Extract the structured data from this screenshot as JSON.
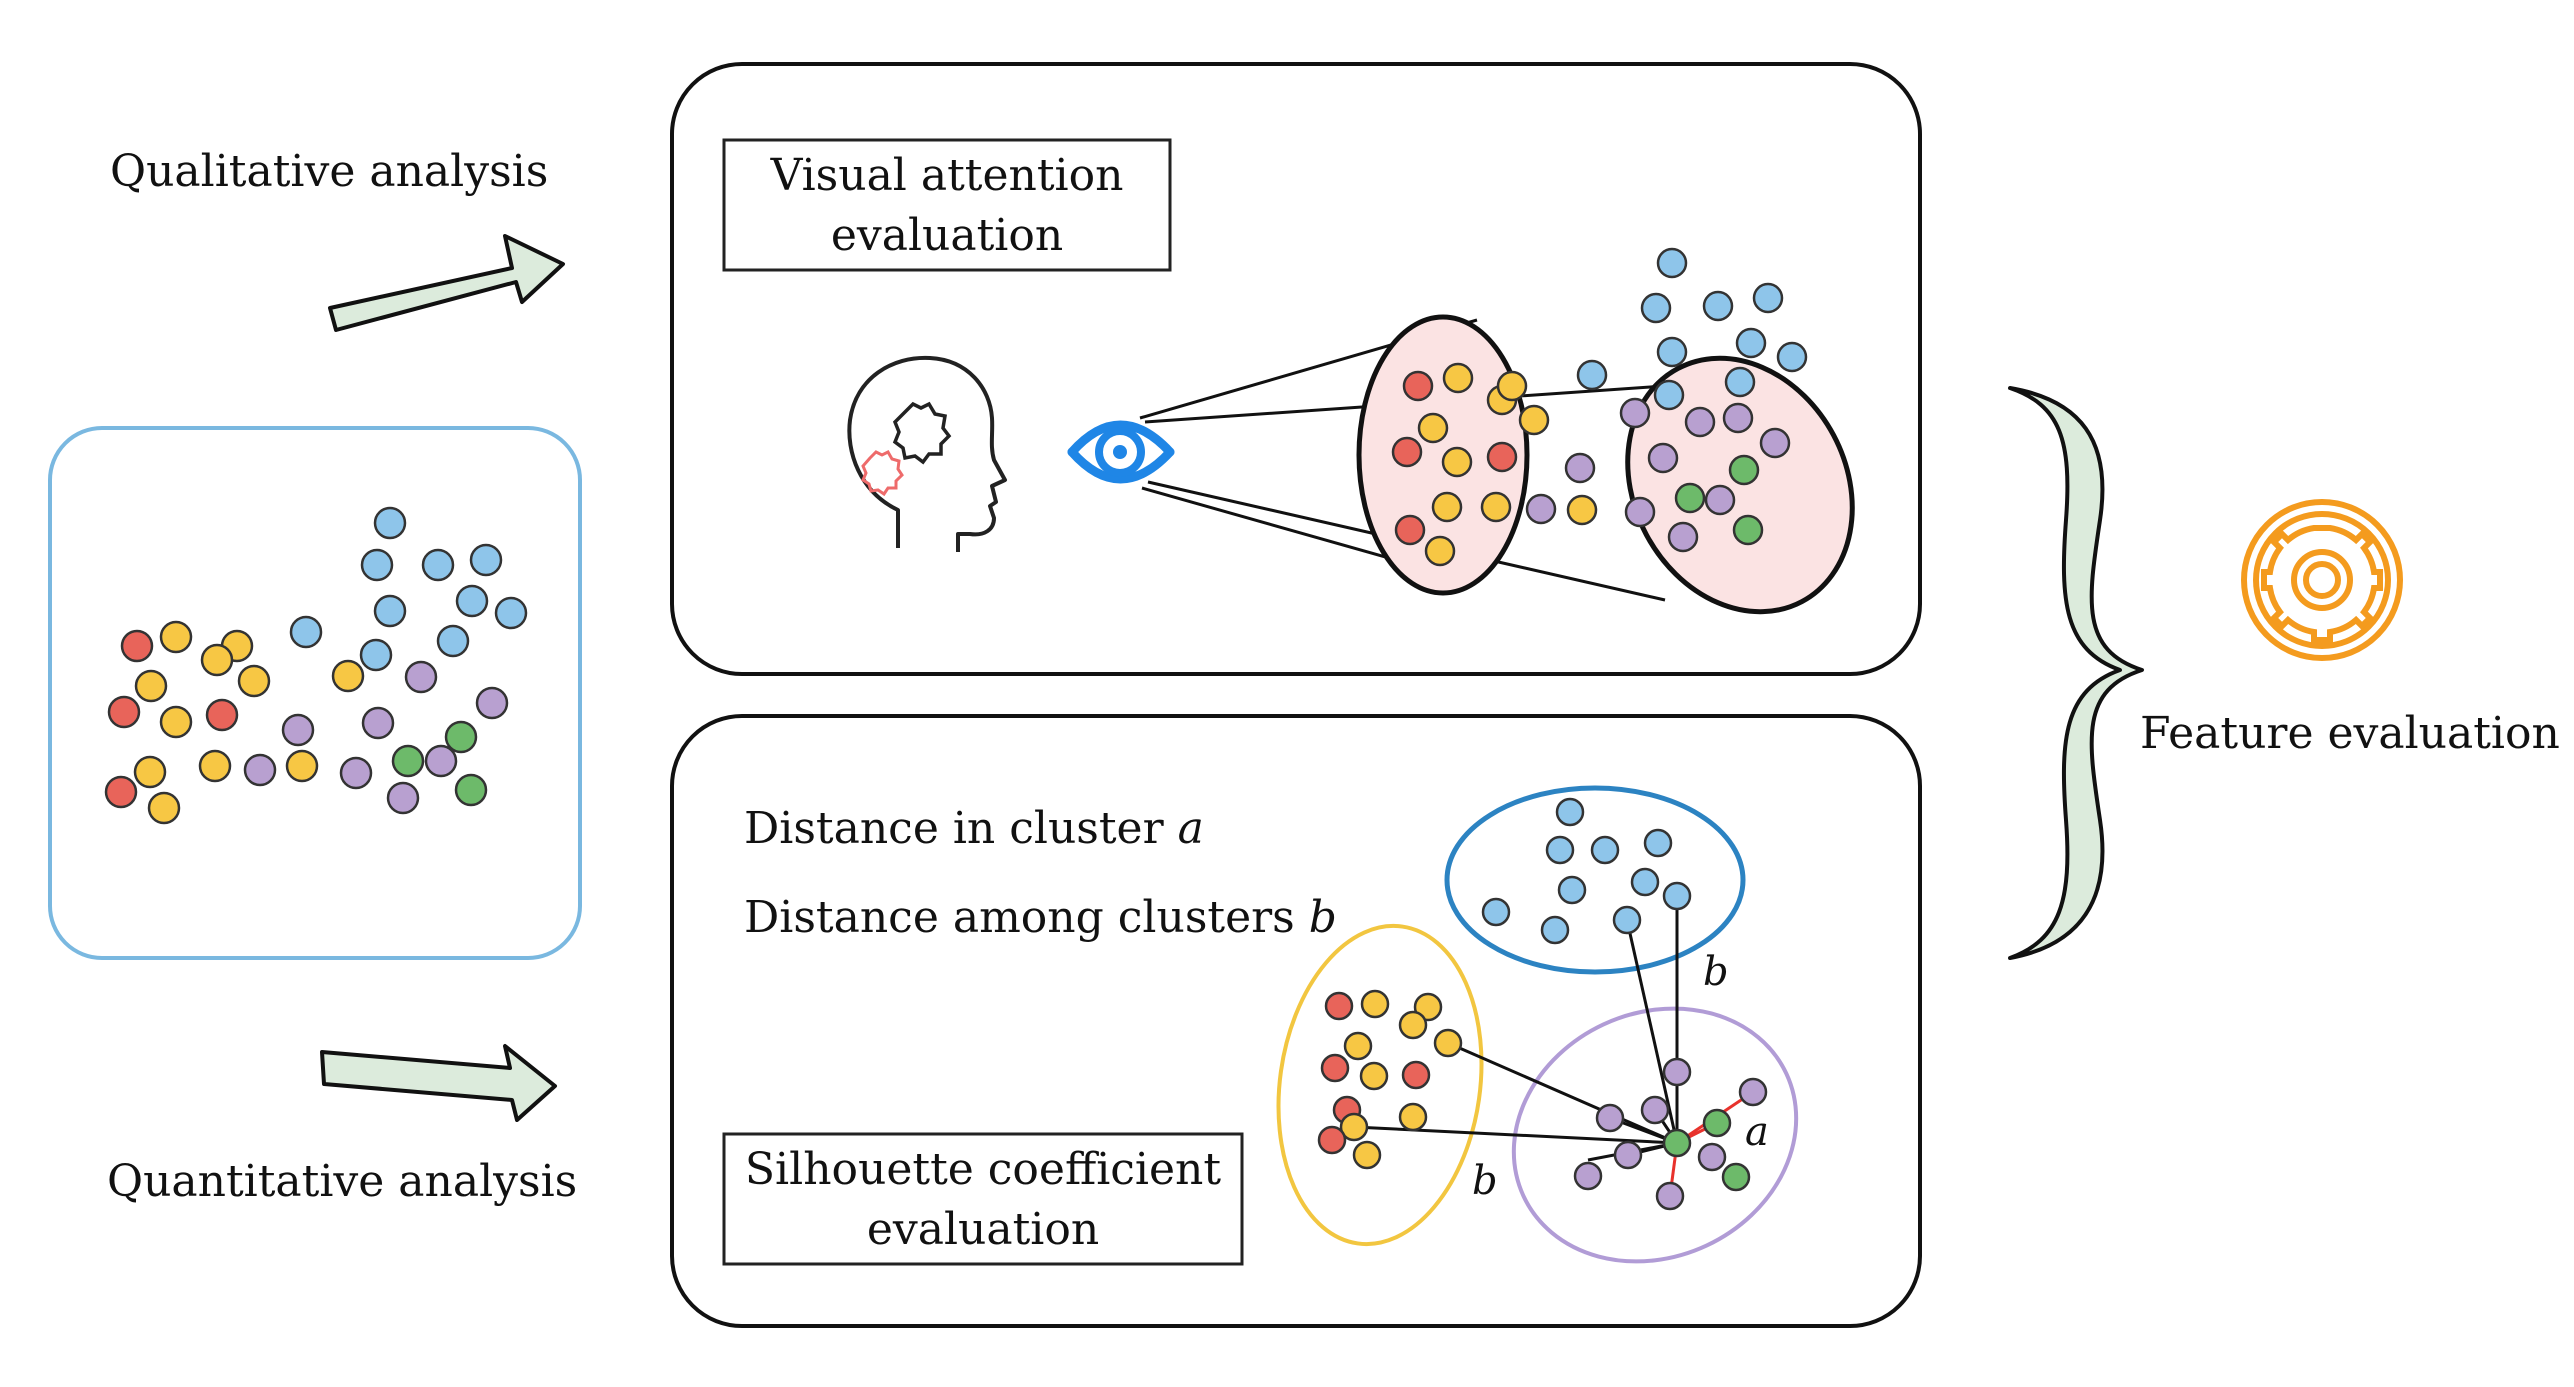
{
  "labels": {
    "qualitative": "Qualitative analysis",
    "quantitative": "Quantitative analysis",
    "visual_attention_line1": "Visual attention",
    "visual_attention_line2": "evaluation",
    "silhouette_line1": "Silhouette coefficient",
    "silhouette_line2": "evaluation",
    "distance_in_cluster": "Distance in cluster",
    "distance_in_cluster_var": "a",
    "distance_among_clusters": "Distance among clusters",
    "distance_among_clusters_var": "b",
    "var_a": "a",
    "var_b": "b",
    "feature_evaluation": "Feature evaluation"
  },
  "colors": {
    "red": "#e8645a",
    "yellow": "#f7c744",
    "blue": "#8ec5ea",
    "purple": "#b8a0d0",
    "green": "#6dba6a",
    "input_border": "#7ab8e0",
    "yellow_ellipse": "#f2c640",
    "blue_ellipse": "#2c83c2",
    "purple_ellipse": "#b19cd6",
    "pink_fill": "#fbe3e3",
    "eye": "#1f86e6",
    "gear": "#f49b1e",
    "arrow_fill": "#dcebdc",
    "red_line": "#e8322c"
  },
  "icons": {
    "head": "head-with-brain-icon",
    "eye": "eye-icon",
    "gear": "gear-icon"
  }
}
